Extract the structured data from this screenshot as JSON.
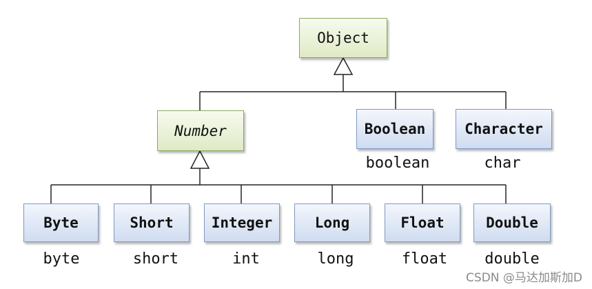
{
  "nodes": {
    "object": "Object",
    "number": "Number",
    "boolean": "Boolean",
    "character": "Character",
    "byte": "Byte",
    "short": "Short",
    "integer": "Integer",
    "long": "Long",
    "float": "Float",
    "double": "Double"
  },
  "primitives": {
    "boolean": "boolean",
    "character": "char",
    "byte": "byte",
    "short": "short",
    "integer": "int",
    "long": "long",
    "float": "float",
    "double": "double"
  },
  "watermark": "CSDN @马达加斯加D"
}
